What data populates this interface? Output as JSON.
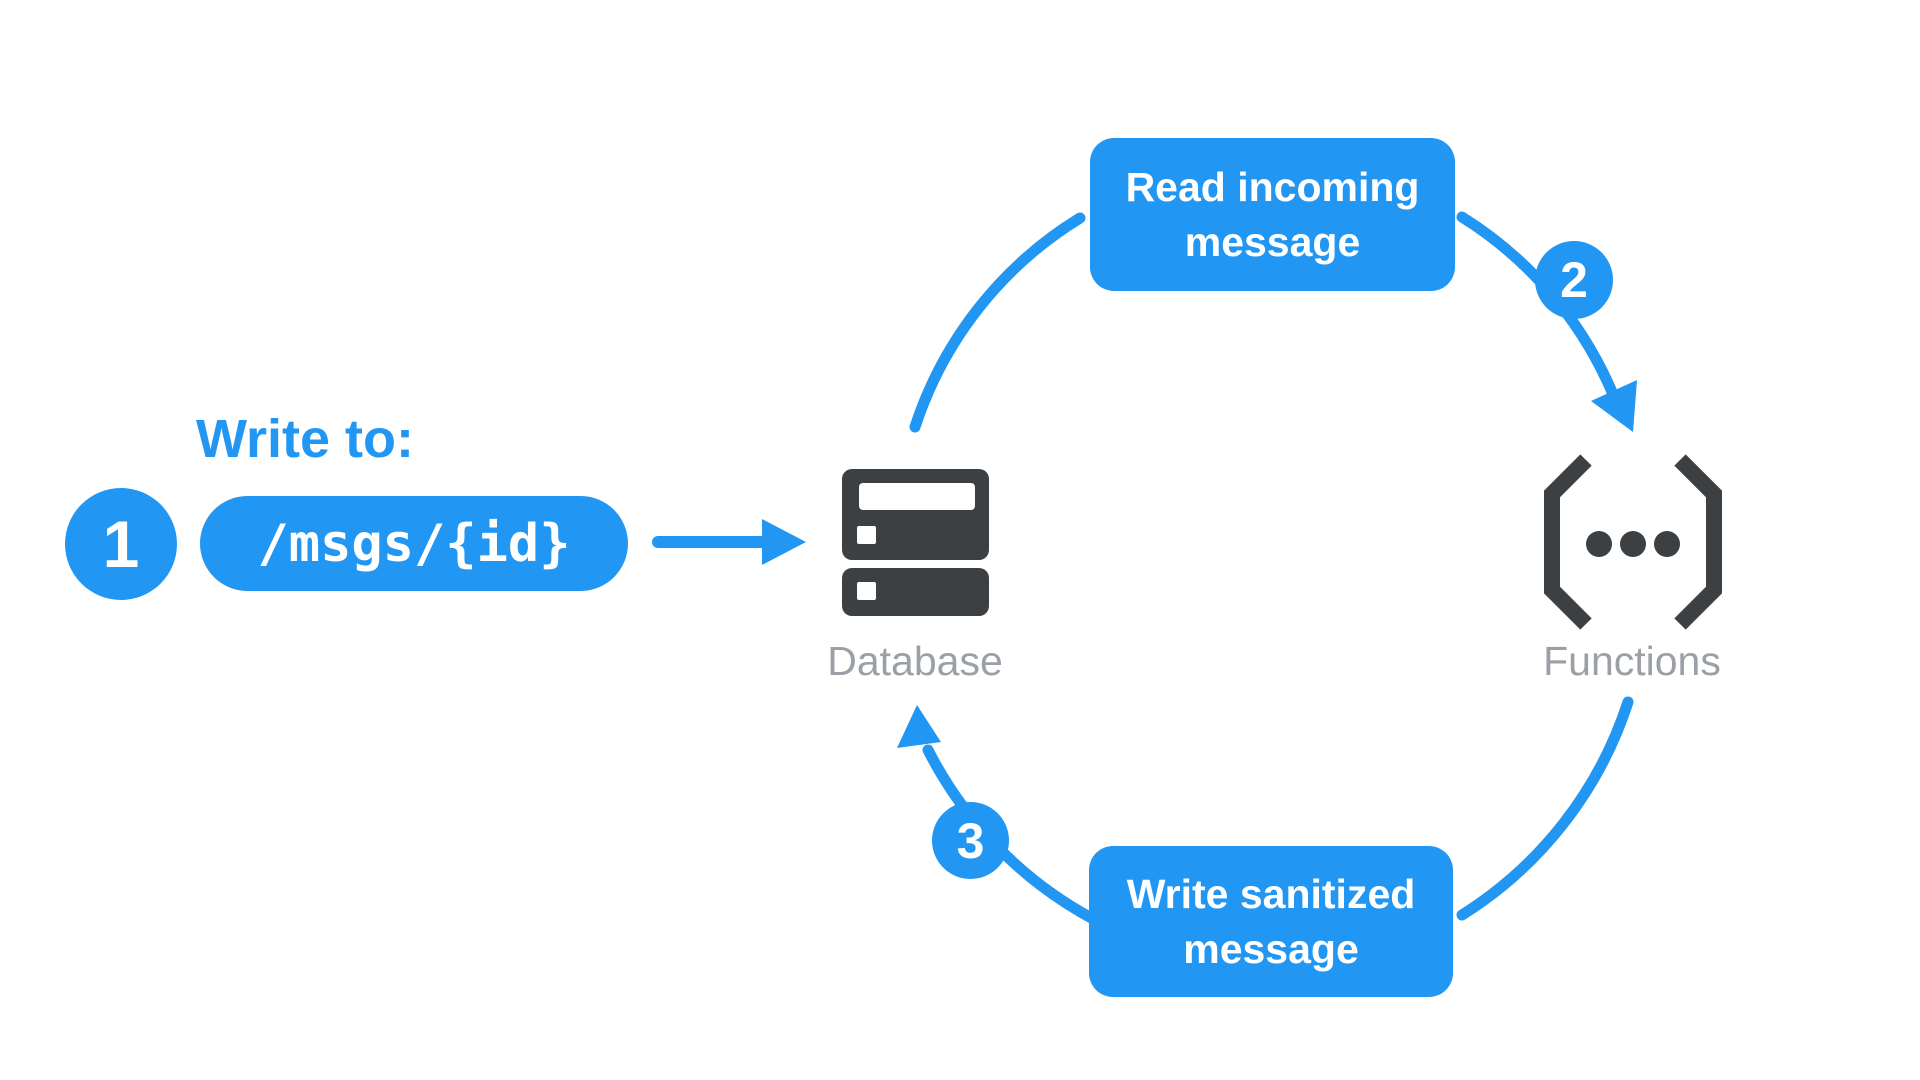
{
  "diagram": {
    "title_implied": "Write / sanitize message flow",
    "step_1": {
      "number": "1",
      "label": "Write to:",
      "path": "/msgs/{id}"
    },
    "step_2": {
      "number": "2",
      "box_line1": "Read incoming",
      "box_line2": "message"
    },
    "step_3": {
      "number": "3",
      "box_line1": "Write sanitized",
      "box_line2": "message"
    },
    "nodes": {
      "database_label": "Database",
      "functions_label": "Functions"
    },
    "icons": [
      "database-server-icon",
      "functions-brackets-icon",
      "arrow-right-icon",
      "arrow-down-icon",
      "arrow-up-icon"
    ],
    "colors": {
      "accent_blue": "#2196f3",
      "icon_dark": "#3c4043",
      "label_gray": "#9aa0a6",
      "box_text": "#ffffff",
      "background": "#ffffff"
    }
  }
}
